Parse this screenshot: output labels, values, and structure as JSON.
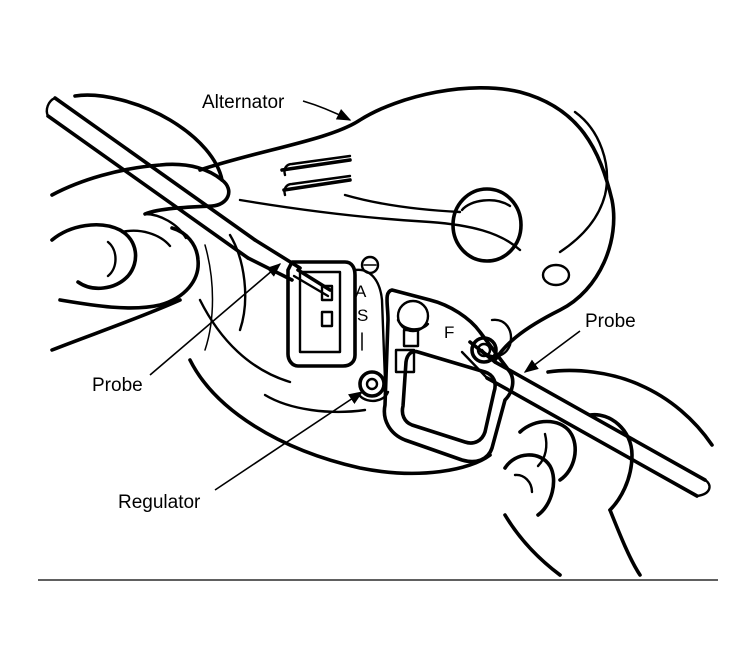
{
  "labels": {
    "alternator": "Alternator",
    "probe_left": "Probe",
    "probe_right": "Probe",
    "regulator": "Regulator"
  },
  "terminals": {
    "a": "A",
    "s": "S",
    "f": "F"
  },
  "colors": {
    "ink": "#000000",
    "paper": "#ffffff"
  }
}
